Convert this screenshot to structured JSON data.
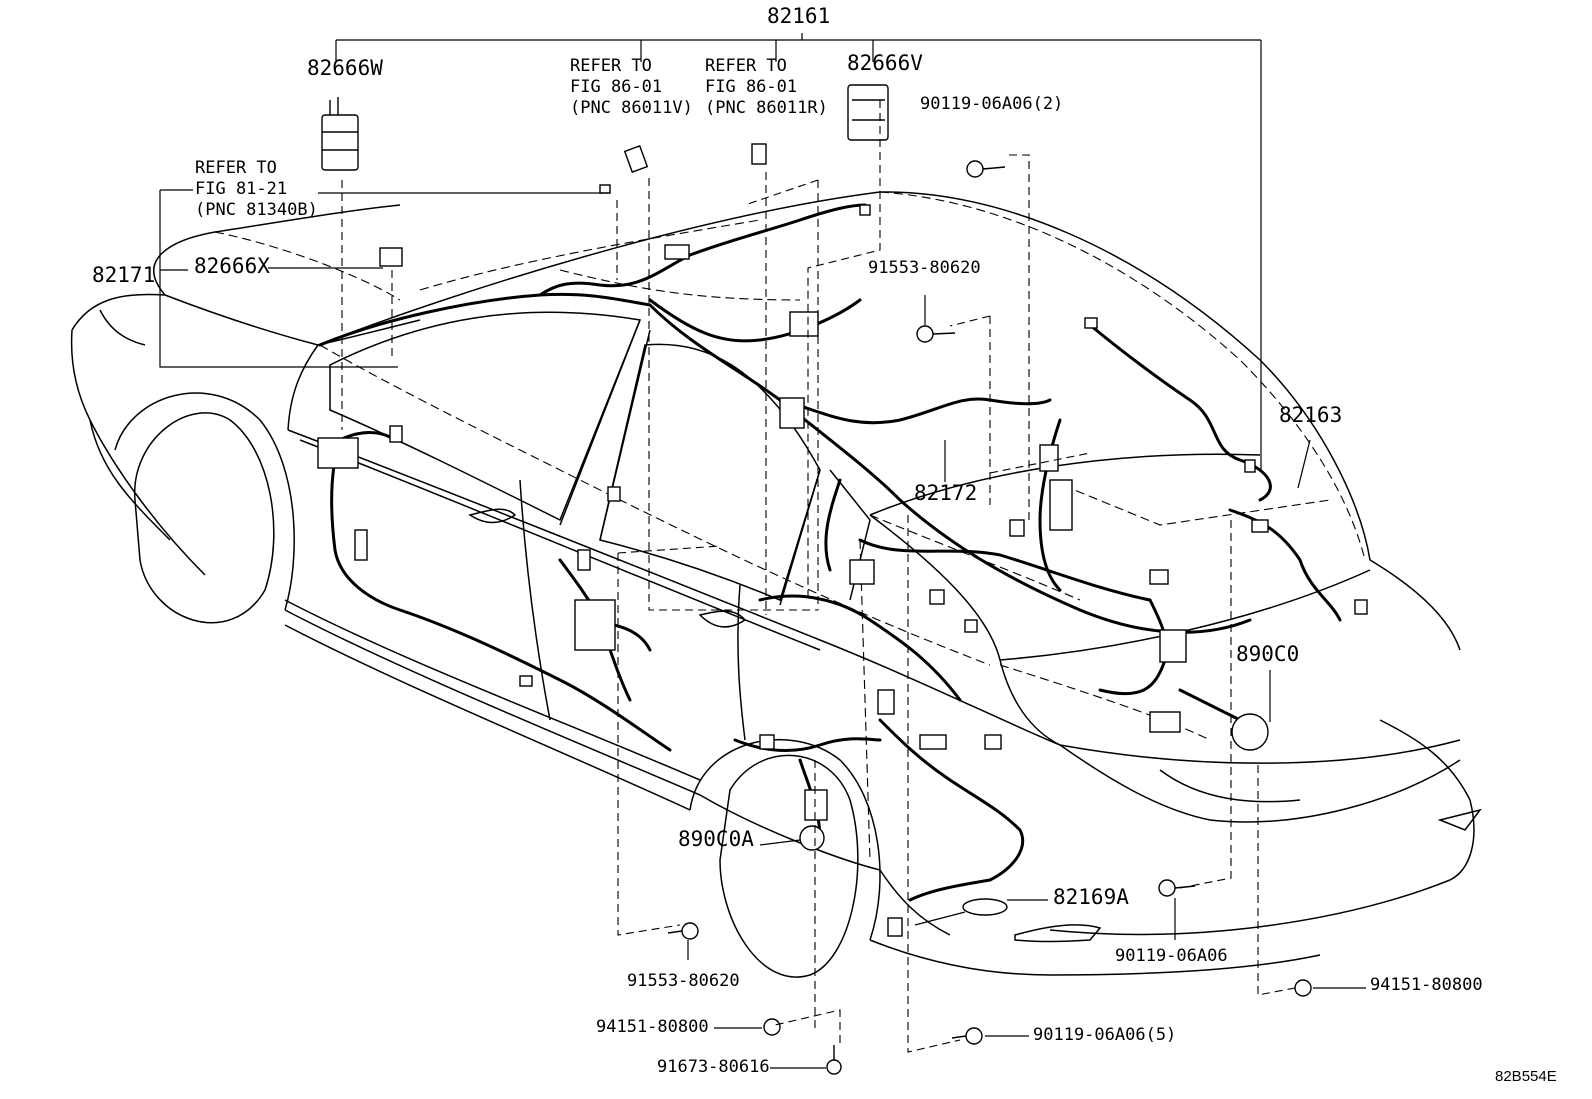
{
  "diagram": {
    "part_numbers": {
      "p82161": "82161",
      "p82666w": "82666W",
      "p82666v": "82666V",
      "p82666x": "82666X",
      "p82171": "82171",
      "p82172": "82172",
      "p82163": "82163",
      "p890c0": "890C0",
      "p890c0a": "890C0A",
      "p82169a": "82169A"
    },
    "references": {
      "ref_86011v": [
        "REFER TO",
        "FIG 86-01",
        "(PNC 86011V)"
      ],
      "ref_86011r": [
        "REFER TO",
        "FIG 86-01",
        "(PNC 86011R)"
      ],
      "ref_81340b": [
        "REFER TO",
        "FIG 81-21",
        "(PNC 81340B)"
      ]
    },
    "fasteners": {
      "f_90119_2": "90119-06A06(2)",
      "f_91553_top": "91553-80620",
      "f_91553_bottom": "91553-80620",
      "f_94151_left": "94151-80800",
      "f_94151_right": "94151-80800",
      "f_91673": "91673-80616",
      "f_90119_5": "90119-06A06(5)",
      "f_90119_mid": "90119-06A06"
    },
    "illustration_code": "82B554E"
  }
}
